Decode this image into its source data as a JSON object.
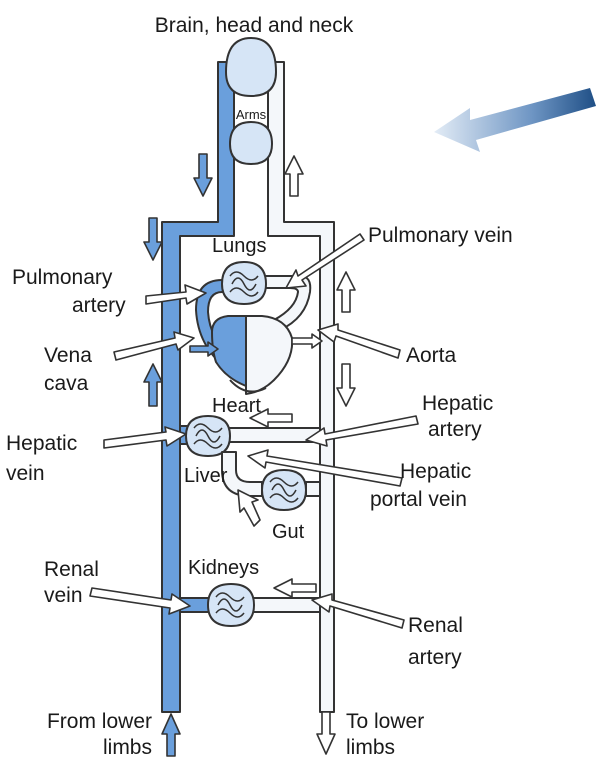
{
  "labels": {
    "brain": "Brain, head and neck",
    "arms": "Arms",
    "lungs": "Lungs",
    "heart": "Heart",
    "liver": "Liver",
    "gut": "Gut",
    "kidneys": "Kidneys",
    "pulmonary_vein": "Pulmonary vein",
    "pulmonary_artery_1": "Pulmonary",
    "pulmonary_artery_2": "artery",
    "vena_cava_1": "Vena",
    "vena_cava_2": "cava",
    "aorta": "Aorta",
    "hepatic_artery_1": "Hepatic",
    "hepatic_artery_2": "artery",
    "hepatic_vein_1": "Hepatic",
    "hepatic_vein_2": "vein",
    "hepatic_portal_vein_1": "Hepatic",
    "hepatic_portal_vein_2": "portal vein",
    "renal_vein_1": "Renal",
    "renal_vein_2": "vein",
    "renal_artery_1": "Renal",
    "renal_artery_2": "artery",
    "from_lower_limbs_1": "From lower",
    "from_lower_limbs_2": "limbs",
    "to_lower_limbs_1": "To lower",
    "to_lower_limbs_2": "limbs"
  },
  "colors": {
    "deoxygenated": "#6a9fdc",
    "oxygenated": "#f4f7fa",
    "outline": "#333333",
    "pointer_fill": "#ffffff",
    "blue_arrow_dark": "#1f4f86",
    "blue_arrow_light": "#dfe9f5"
  }
}
